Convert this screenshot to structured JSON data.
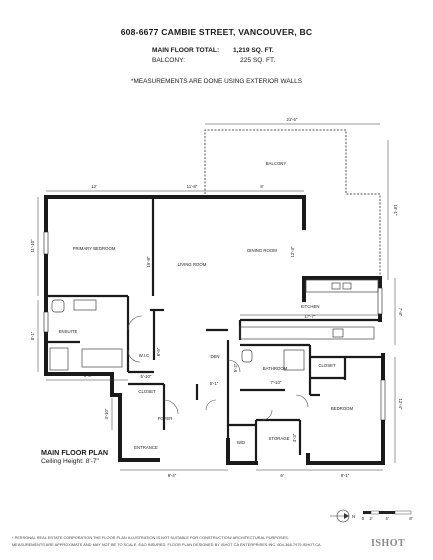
{
  "header": {
    "address": "608-6677 CAMBIE STREET, VANCOUVER, BC",
    "main_floor_label": "MAIN FLOOR TOTAL:",
    "main_floor_value": "1,219 SQ. FT.",
    "balcony_label": "BALCONY:",
    "balcony_value": "225 SQ. FT.",
    "note": "*MEASUREMENTS ARE DONE USING EXTERIOR WALLS"
  },
  "rooms": {
    "balcony": "BALCONY",
    "primary_bedroom": "PRIMARY BEDROOM",
    "living_room": "LIVING ROOM",
    "dining_room": "DINING ROOM",
    "kitchen": "KITCHEN",
    "ensuite": "ENSUITE",
    "wic": "W.I.C",
    "den": "DEN",
    "bathroom": "BATHROOM",
    "closet_right": "CLOSET",
    "closet_left": "CLOSET",
    "foyer": "FOYER",
    "entrance": "ENTRANCE",
    "wd": "W/D",
    "storage": "STORAGE",
    "bedroom": "BEDROOM"
  },
  "dimensions": {
    "balcony_top": "21'-5\"",
    "balcony_right": "18'-1\"",
    "primary_width": "12'",
    "living_width": "11'-8\"",
    "dining_width": "8'",
    "primary_height": "11'-10\"",
    "living_height": "15'-8\"",
    "dining_height": "12'-3\"",
    "kitchen_width": "17'-7\"",
    "kitchen_height": "7'-8\"",
    "ensuite_height": "8'-1\"",
    "ensuite_width": "8'-8\"",
    "wic_height": "6'-5\"",
    "wic_width": "5'-10\"",
    "den_width": "5'-1\"",
    "bathroom_height": "5'-2\"",
    "bathroom_width": "7'-10\"",
    "foyer_height": "3'-10\"",
    "bedroom_height": "12'-4\"",
    "storage_height": "4'-3\"",
    "bottom_left": "8'-4\"",
    "bottom_mid": "6'",
    "bottom_right": "9'-1\""
  },
  "plan": {
    "title": "MAIN FLOOR PLAN",
    "ceiling": "Ceiling Height: 8'-7\""
  },
  "legend": {
    "north": "N",
    "scale_0": "0",
    "scale_1": "2'",
    "scale_2": "4'",
    "scale_3": "8'"
  },
  "footer": {
    "line1": "* PERSONAL REAL ESTATE CORPORATION THE FLOOR PLAN ILLUSTRATION IS NOT SUITABLE FOR CONSTRUCTION/ ARCHITECTURAL PURPOSES.",
    "line2": "MEASUREMENTS ARE APPROXIMATE AND MAY NOT BE TO SCALE. E&O INSURED. FLOOR PLAN DESIGNED BY ISHOT CA ENTERPRISES INC. 604-368-7979 ISHOT.CA",
    "logo": "ISHOT"
  }
}
